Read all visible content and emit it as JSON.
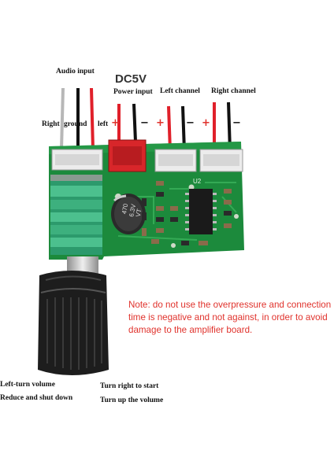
{
  "labels": {
    "audio_input": "Audio input",
    "dc5v": "DC5V",
    "power_input": "Power input",
    "left_channel": "Left channel",
    "right_channel": "Right channel",
    "right": "Right",
    "ground": "ground",
    "left": "left",
    "left_turn_1": "Left-turn volume",
    "left_turn_2": "Reduce and shut down",
    "right_turn_1": "Turn right to start",
    "right_turn_2": "Turn up the volume"
  },
  "polarity": {
    "plus": "+",
    "minus": "−"
  },
  "board_text": {
    "u2": "U2",
    "cap_1": "470",
    "cap_2": "6.3V",
    "cap_3": "VT"
  },
  "note": "Note: do not use the overpressure and connection time is negative and not against, in order to avoid damage to the amplifier board.",
  "colors": {
    "pcb": "#1c8a3c",
    "connector": "#ececec",
    "power_connector": "#d8262a",
    "wire_red": "#e0202a",
    "wire_black": "#111111",
    "wire_gray": "#b7b7b7",
    "note": "#e0322c"
  }
}
